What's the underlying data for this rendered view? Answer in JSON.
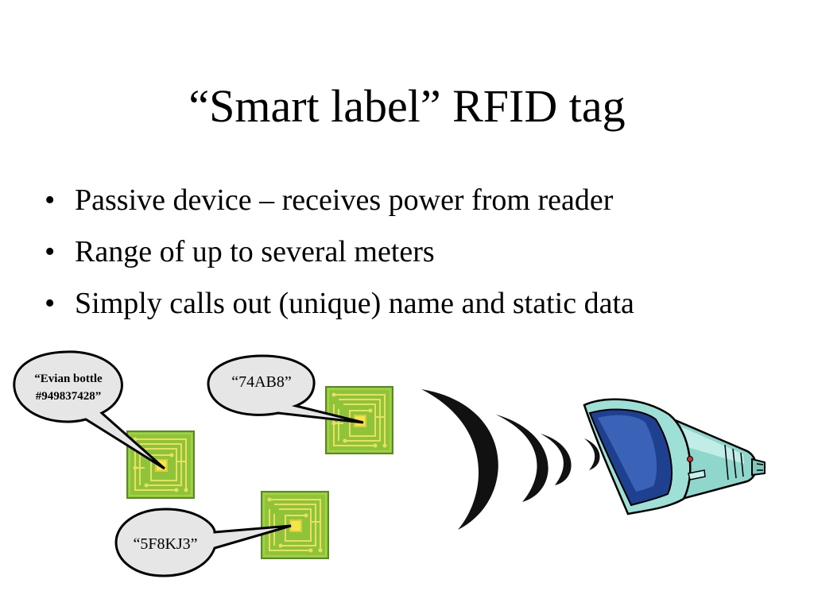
{
  "slide": {
    "title": "“Smart label” RFID tag",
    "bullets": [
      "Passive device – receives power from reader",
      "Range of up to several meters",
      "Simply calls out (unique) name and static data"
    ],
    "bullet_glyph": "•"
  },
  "callouts": {
    "evian_line1": "“Evian bottle",
    "evian_line2": "#949837428”",
    "tag_74ab8": "“74AB8”",
    "tag_5f8kj3": "“5F8KJ3”"
  },
  "colors": {
    "chip_green": "#8fc43a",
    "chip_trace": "#f2e64a",
    "bubble_fill": "#e6e6e6",
    "scanner_body": "#9fe0d6",
    "scanner_screen": "#1f3f8f"
  }
}
